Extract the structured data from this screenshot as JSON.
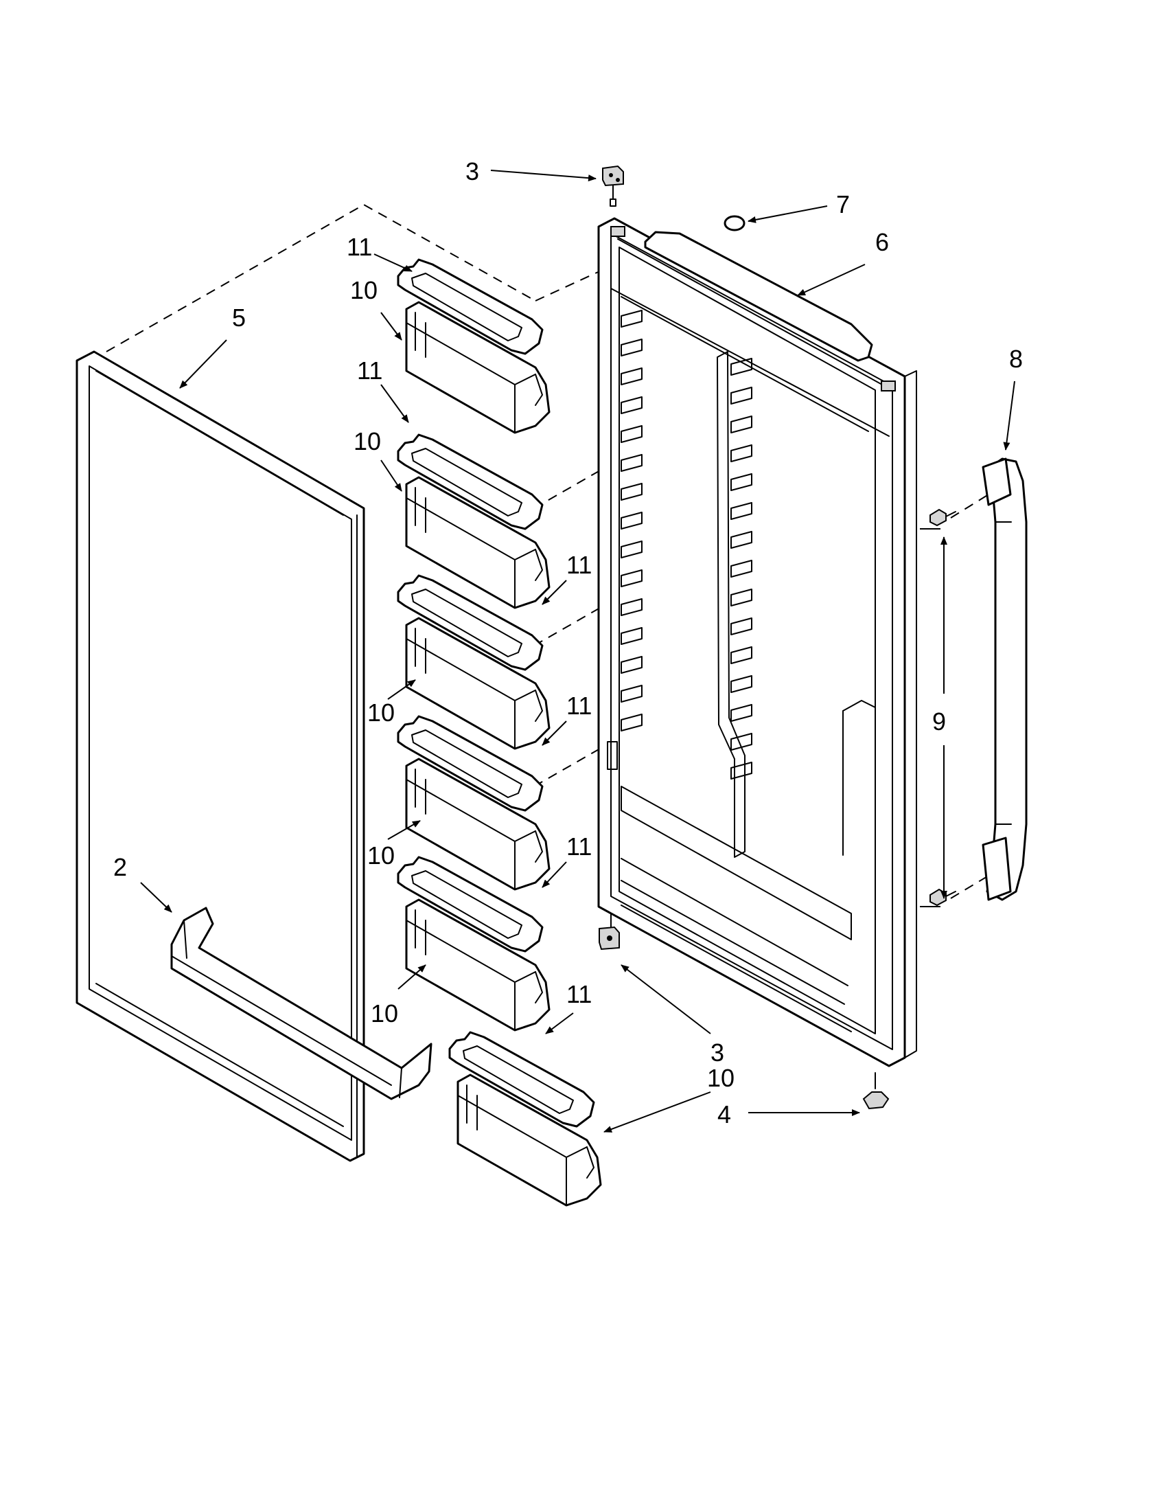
{
  "labels": {
    "p2": "2",
    "p3_top": "3",
    "p3_bottom": "3",
    "p4": "4",
    "p5": "5",
    "p6": "6",
    "p7": "7",
    "p8": "8",
    "p9": "9",
    "p10_1": "10",
    "p10_2": "10",
    "p10_3": "10",
    "p10_4": "10",
    "p10_5": "10",
    "p10_6": "10",
    "p11_1": "11",
    "p11_2": "11",
    "p11_3": "11",
    "p11_4": "11",
    "p11_5": "11",
    "p11_6": "11"
  }
}
